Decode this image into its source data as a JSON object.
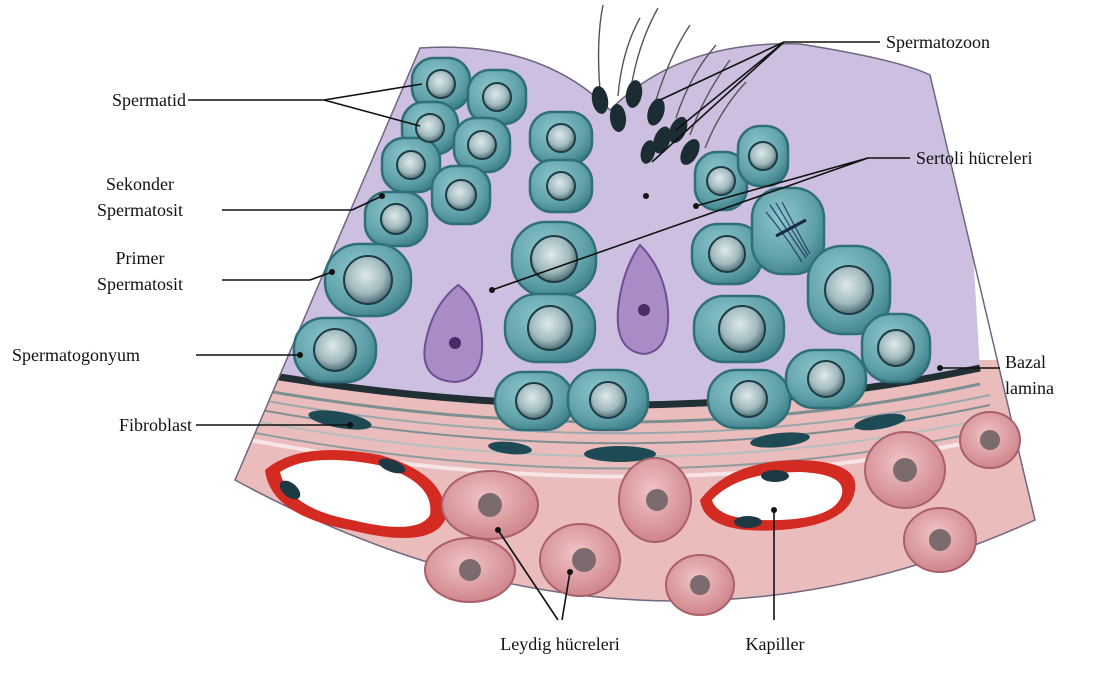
{
  "labels": {
    "spermatid": "Spermatid",
    "sekonder_line1": "Sekonder",
    "sekonder_line2": "Spermatosit",
    "primer_line1": "Primer",
    "primer_line2": "Spermatosit",
    "spermatogonyum": "Spermatogonyum",
    "fibroblast": "Fibroblast",
    "spermatozoon": "Spermatozoon",
    "sertoli": "Sertoli hücreleri",
    "bazal_line1": "Bazal",
    "bazal_line2": "lamina",
    "leydig": "Leydig hücreleri",
    "kapiller": "Kapiller"
  },
  "colors": {
    "tubule_fill": "#cdbfe0",
    "germ_cell": "#5fa0a8",
    "germ_cell_dark": "#2f6f78",
    "nucleus_dark": "#1e3b44",
    "sertoli_nucleus": "#8c5fa8",
    "basal_lamina": "#1f2f33",
    "interstitium": "#e9b3b3",
    "leydig_cell": "#d98f95",
    "capillary_wall": "#d32a22",
    "sperm_head": "#1c2c33"
  }
}
